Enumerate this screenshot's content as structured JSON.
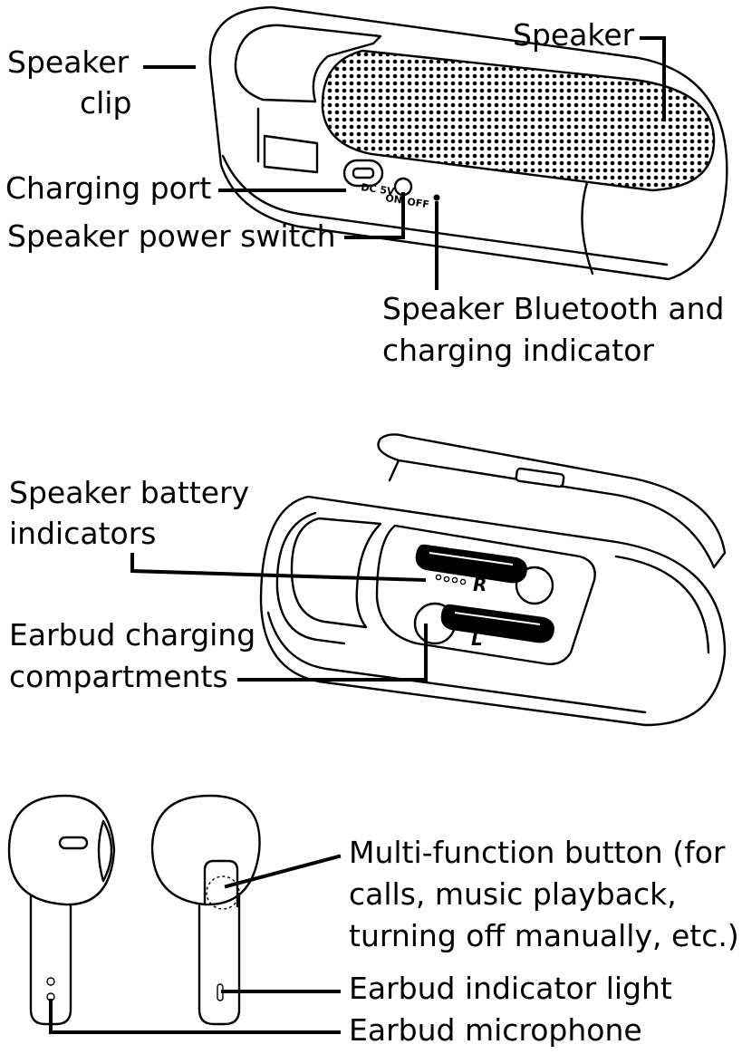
{
  "labels": {
    "speaker_clip_line1": "Speaker",
    "speaker_clip_line2": "clip",
    "speaker": "Speaker",
    "charging_port": "Charging port",
    "power_switch": "Speaker power switch",
    "bt_indicator_line1": "Speaker Bluetooth and",
    "bt_indicator_line2": "charging indicator",
    "battery_indicators_line1": "Speaker battery",
    "battery_indicators_line2": "indicators",
    "earbud_compartments_line1": "Earbud charging",
    "earbud_compartments_line2": "compartments",
    "mfb_line1": "Multi-function button (for",
    "mfb_line2": "calls, music playback,",
    "mfb_line3": "turning off manually, etc.)",
    "earbud_light": "Earbud indicator light",
    "earbud_mic": "Earbud microphone"
  },
  "device_markings": {
    "switch_on": "ON",
    "switch_off": "OFF",
    "port_label": "DC 5V",
    "right_slot": "R",
    "left_slot": "L"
  }
}
